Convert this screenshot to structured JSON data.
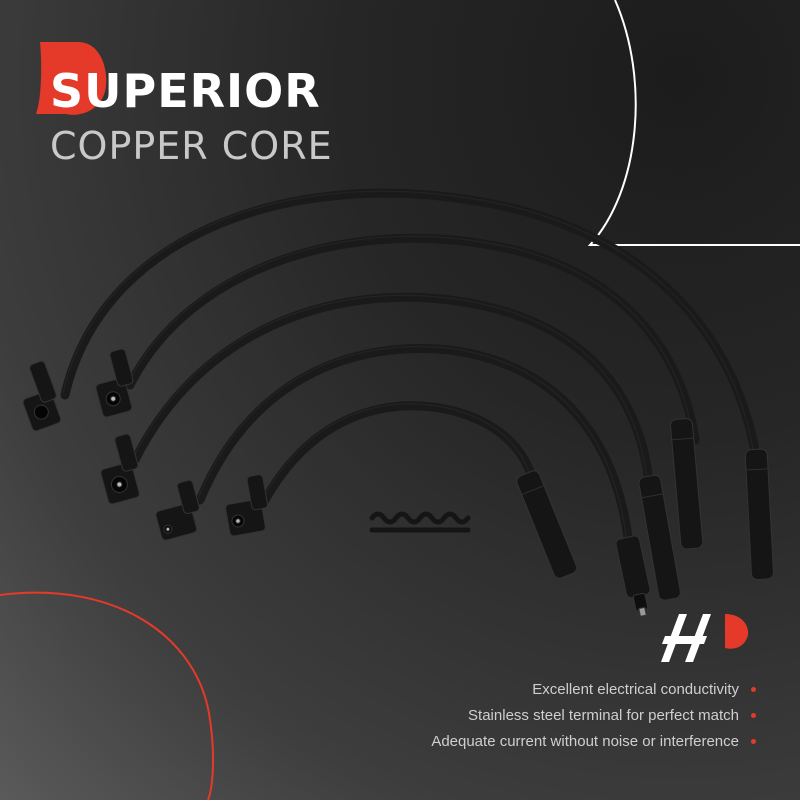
{
  "headline": {
    "line1": "SUPERIOR",
    "line2": "COPPER CORE"
  },
  "brand": {
    "logo_icon": "a-premium-logo-icon",
    "accent_color": "#e53a2a"
  },
  "product": {
    "name_icon": "spark-plug-wire-set-image",
    "wire_count": 5,
    "wire_color": "#1e1e1e",
    "separator_icon": "wire-separator-clip"
  },
  "features": [
    {
      "text": "Excellent electrical conductivity"
    },
    {
      "text": "Stainless steel terminal for perfect match"
    },
    {
      "text": "Adequate current without noise or interference"
    }
  ],
  "colors": {
    "background_dark": "#1c1c1c",
    "background_light": "#5a5a5a",
    "line_white": "#ffffff",
    "line_red": "#e53a2a"
  }
}
